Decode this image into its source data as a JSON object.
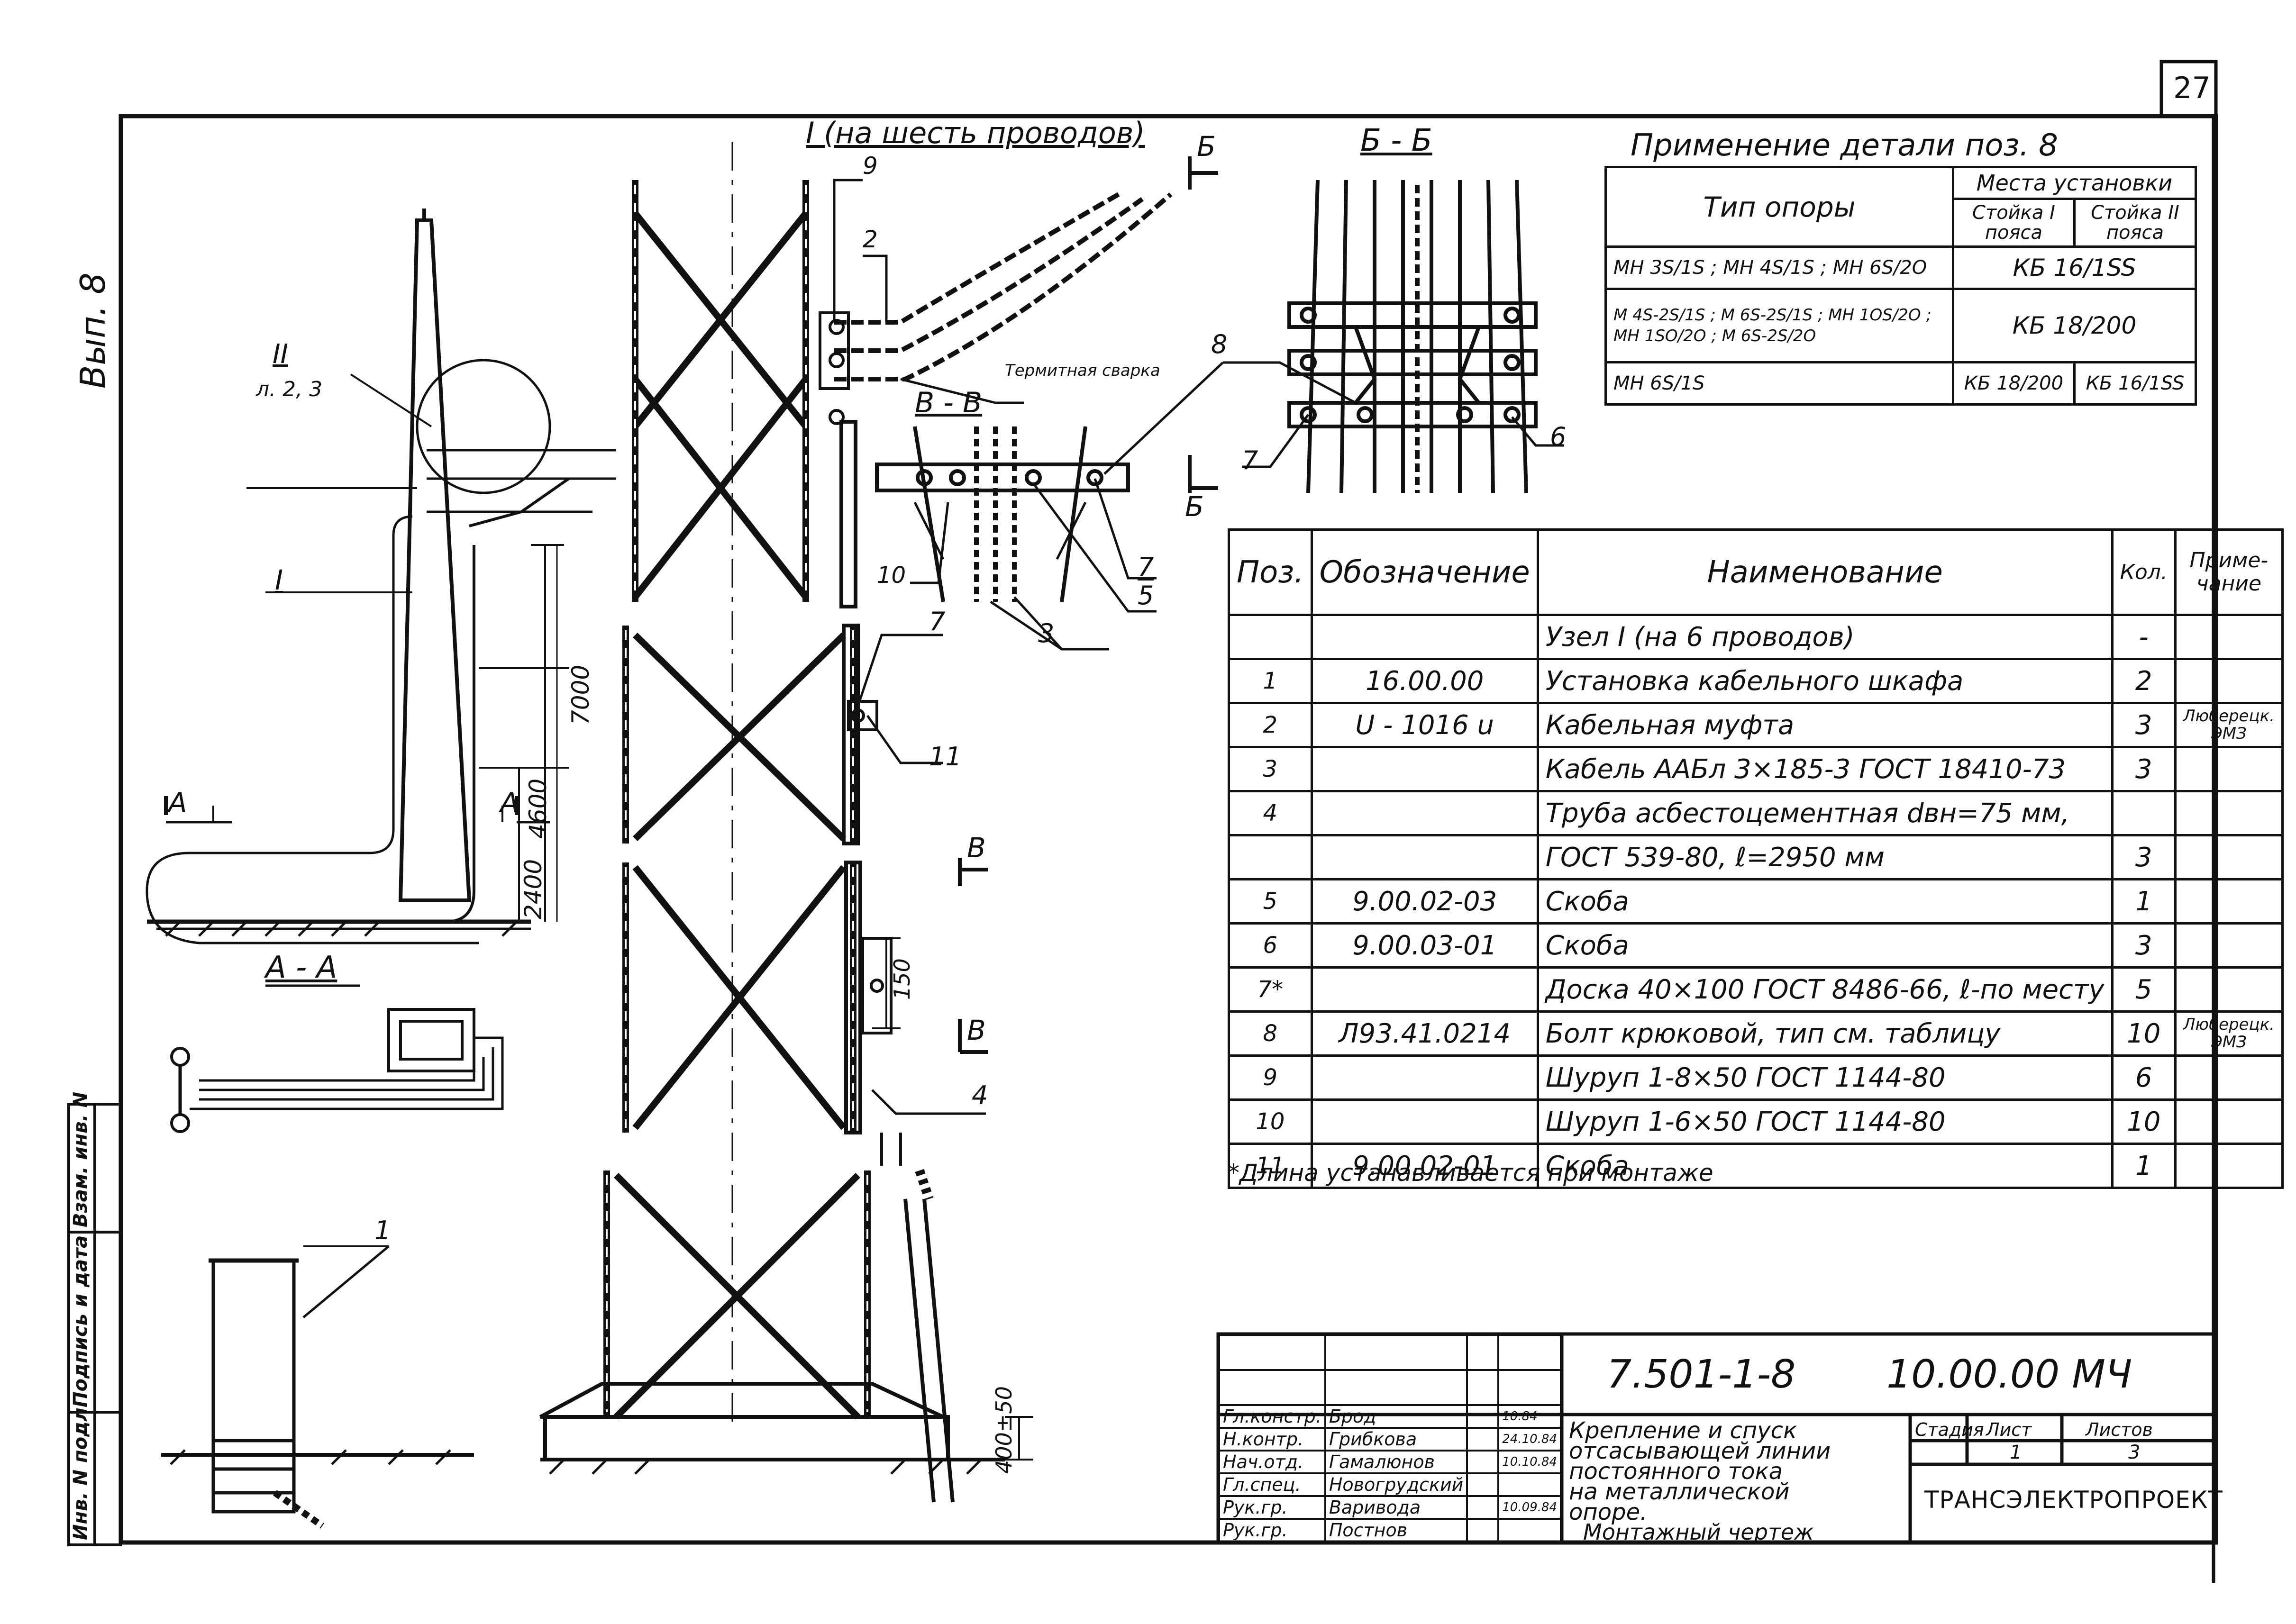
{
  "sheet_number": "27",
  "issue_mark": "Вып. 8",
  "side_stamp": [
    "Инв. N подл.",
    "Подпись и дата",
    "Взам. инв. N"
  ],
  "views": {
    "node_I_title": "I (на шесть проводов)",
    "section_bb": "Б - Б",
    "section_vv": "В - В",
    "section_aa": "А - А",
    "node_II_label": "II",
    "node_II_ref": "л. 2, 3",
    "node_I_label": "I",
    "letter_A": "А",
    "letter_B": "Б",
    "letter_V": "В",
    "termite_weld": "Термитная сварка",
    "dims": {
      "d7000": "7000",
      "d4600": "4600",
      "d2400": "2400",
      "d150": "150",
      "d400": "400±50"
    },
    "callouts": [
      "1",
      "2",
      "3",
      "4",
      "5",
      "6",
      "7",
      "8",
      "9",
      "10",
      "11"
    ]
  },
  "application_table": {
    "title": "Применение детали поз. 8",
    "col_type": "Тип опоры",
    "col_place": "Места установки",
    "col_belt1": "Стойка I пояса",
    "col_belt2": "Стойка II пояса",
    "rows": [
      {
        "type": "МН 3S/1S ; МН 4S/1S ; МН 6S/2O",
        "value": "КБ 16/1SS"
      },
      {
        "type": "М 4S-2S/1S ; М 6S-2S/1S ; МН 1OS/2O ; МН 1SO/2O ; М 6S-2S/2O",
        "value": "КБ 18/200"
      },
      {
        "type": "МН 6S/1S",
        "belt1": "КБ 18/200",
        "belt2": "КБ 16/1SS"
      }
    ]
  },
  "spec_table": {
    "headers": {
      "pos": "Поз.",
      "designation": "Обозначение",
      "name": "Наименование",
      "qty": "Кол.",
      "note": "Приме- чание"
    },
    "rows": [
      {
        "pos": "",
        "designation": "",
        "name": "Узел I (на 6 проводов)",
        "qty": "-",
        "note": ""
      },
      {
        "pos": "1",
        "designation": "16.00.00",
        "name": "Установка кабельного шкафа",
        "qty": "2",
        "note": ""
      },
      {
        "pos": "2",
        "designation": "U - 1016 u",
        "name": "Кабельная муфта",
        "qty": "3",
        "note": "Люберецк. ЭМЗ"
      },
      {
        "pos": "3",
        "designation": "",
        "name": "Кабель ААБл 3×185-3 ГОСТ 18410-73",
        "qty": "3",
        "note": ""
      },
      {
        "pos": "4",
        "designation": "",
        "name": "Труба асбестоцементная dвн=75 мм,",
        "qty": "",
        "note": ""
      },
      {
        "pos": "",
        "designation": "",
        "name": "ГОСТ 539-80, ℓ=2950 мм",
        "qty": "3",
        "note": ""
      },
      {
        "pos": "5",
        "designation": "9.00.02-03",
        "name": "Скоба",
        "qty": "1",
        "note": ""
      },
      {
        "pos": "6",
        "designation": "9.00.03-01",
        "name": "Скоба",
        "qty": "3",
        "note": ""
      },
      {
        "pos": "7*",
        "designation": "",
        "name": "Доска 40×100 ГОСТ 8486-66, ℓ-по месту",
        "qty": "5",
        "note": ""
      },
      {
        "pos": "8",
        "designation": "Л93.41.0214",
        "name": "Болт крюковой, тип см. таблицу",
        "qty": "10",
        "note": "Люберецк. ЭМЗ"
      },
      {
        "pos": "9",
        "designation": "",
        "name": "Шуруп 1-8×50 ГОСТ 1144-80",
        "qty": "6",
        "note": ""
      },
      {
        "pos": "10",
        "designation": "",
        "name": "Шуруп 1-6×50 ГОСТ 1144-80",
        "qty": "10",
        "note": ""
      },
      {
        "pos": "11",
        "designation": "9.00.02-01",
        "name": "Скоба",
        "qty": "1",
        "note": ""
      }
    ],
    "footnote": "*Длина устанавливается при монтаже"
  },
  "title_block": {
    "doc_code": "7.501-1-8",
    "drawing_code": "10.00.00 МЧ",
    "title": [
      "Крепление и спуск",
      "отсасывающей линии",
      "постоянного тока",
      "на металлической",
      "опоре.",
      "Монтажный чертеж"
    ],
    "stage_label": "Стадия",
    "sheet_label": "Лист",
    "sheets_label": "Листов",
    "sheet_value": "1",
    "sheets_value": "3",
    "organization": "ТРАНСЭЛЕКТРОПРОЕКТ",
    "people": [
      {
        "role": "Гл.констр.",
        "name": "Брод",
        "date": "10.84"
      },
      {
        "role": "Н.контр.",
        "name": "Грибкова",
        "date": "24.10.84"
      },
      {
        "role": "Нач.отд.",
        "name": "Гамалюнов",
        "date": "10.10.84"
      },
      {
        "role": "Гл.спец.",
        "name": "Новогрудский",
        "date": ""
      },
      {
        "role": "Рук.гр.",
        "name": "Варивода",
        "date": "10.09.84"
      },
      {
        "role": "Рук.гр.",
        "name": "Постнов",
        "date": ""
      }
    ]
  }
}
